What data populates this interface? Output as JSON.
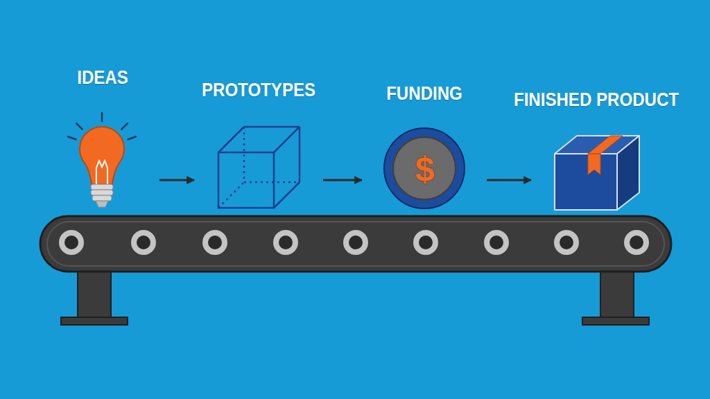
{
  "diagram": {
    "nodes": [
      {
        "text": [
          "IDEAS"
        ]
      },
      {
        "text": [
          "PROTOTYPES"
        ]
      },
      {
        "text": [
          "FUNDING"
        ]
      },
      {
        "text": [
          "FINISHED PRODUCT"
        ]
      }
    ],
    "edges": [
      {
        "from": 0,
        "to": 1,
        "arrow": "to"
      },
      {
        "from": 1,
        "to": 2,
        "arrow": "to"
      },
      {
        "from": 2,
        "to": 3,
        "arrow": "to"
      }
    ],
    "labels": [
      "$"
    ]
  }
}
